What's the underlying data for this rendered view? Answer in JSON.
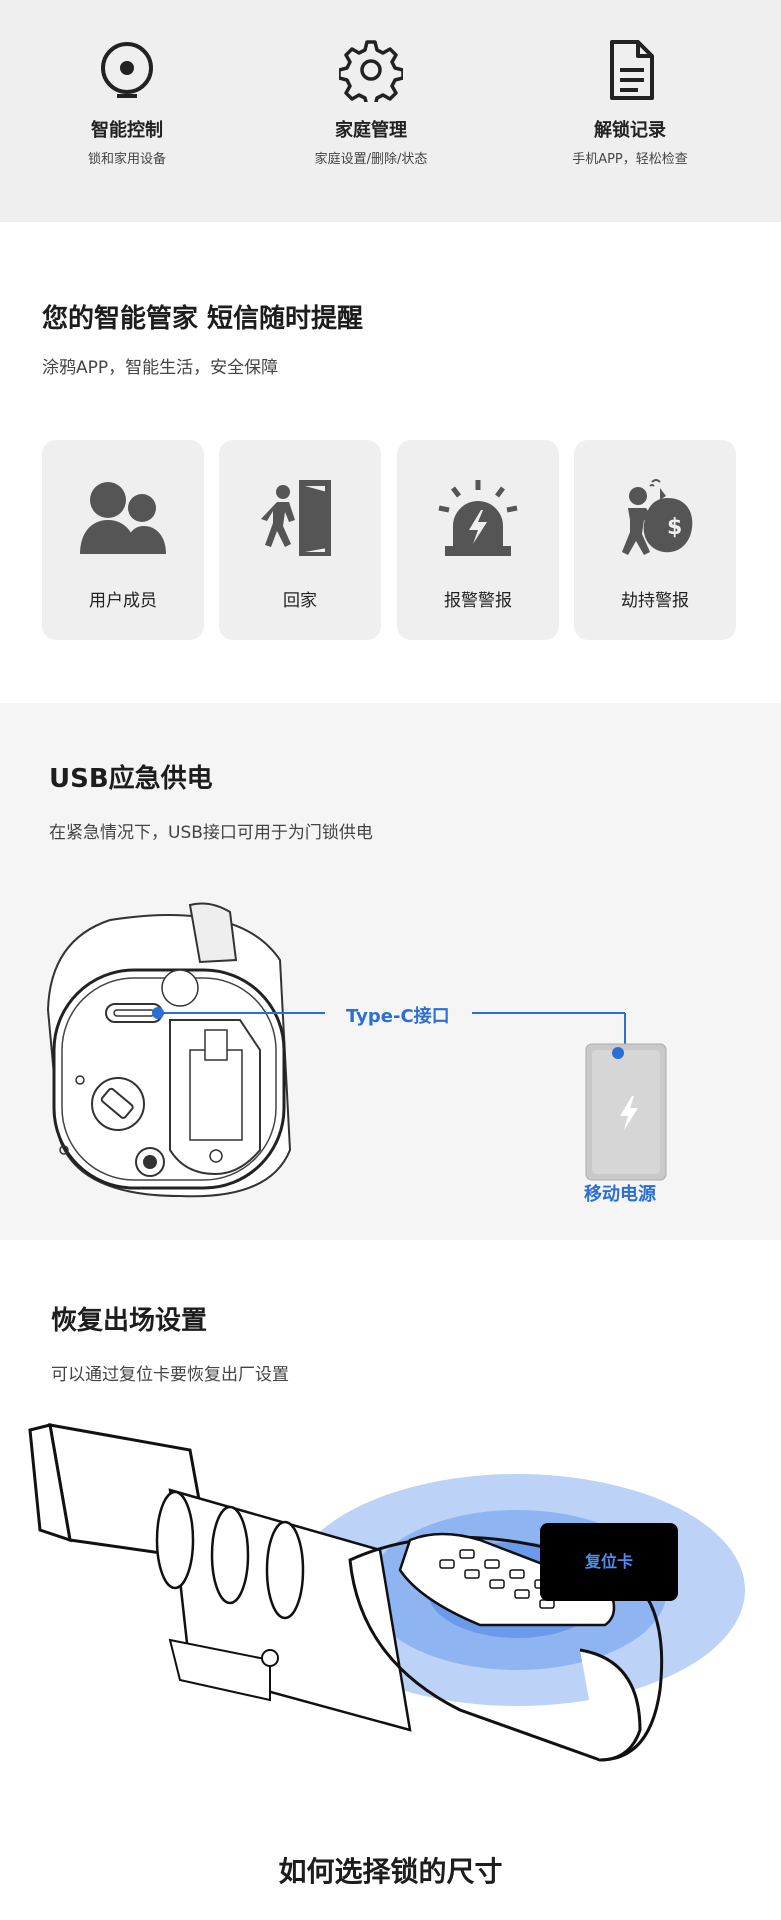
{
  "features": [
    {
      "title": "智能控制",
      "subtitle": "锁和家用设备",
      "icon": "camera-icon"
    },
    {
      "title": "家庭管理",
      "subtitle": "家庭设置/删除/状态",
      "icon": "gear-icon"
    },
    {
      "title": "解锁记录",
      "subtitle": "手机APP，轻松检查",
      "icon": "document-icon"
    }
  ],
  "notify": {
    "title": "您的智能管家 短信随时提醒",
    "subtitle": "涂鸦APP，智能生活，安全保障",
    "cards": [
      {
        "label": "用户成员",
        "icon": "users-icon"
      },
      {
        "label": "回家",
        "icon": "person-door-icon"
      },
      {
        "label": "报警警报",
        "icon": "alarm-light-icon"
      },
      {
        "label": "劫持警报",
        "icon": "robber-icon"
      }
    ]
  },
  "usb": {
    "title": "USB应急供电",
    "subtitle": "在紧急情况下，USB接口可用于为门锁供电",
    "port_label": "Type-C接口",
    "power_label": "移动电源"
  },
  "reset": {
    "title": "恢复出场设置",
    "subtitle": "可以通过复位卡要恢复出厂设置",
    "card_label": "复位卡"
  },
  "size_title": "如何选择锁的尺寸",
  "colors": {
    "accent": "#2b6fd6",
    "icon": "#555555",
    "card_bg": "#efefef"
  }
}
